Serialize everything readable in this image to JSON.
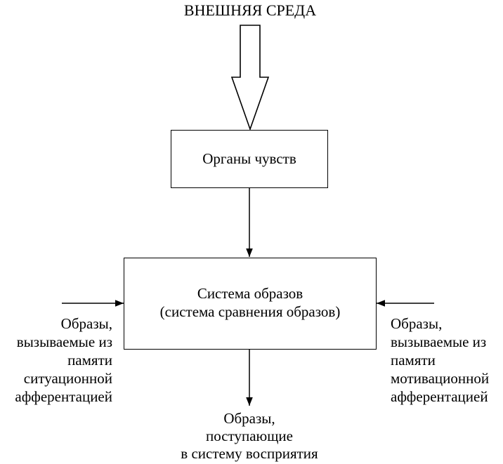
{
  "diagram": {
    "environment_label": "ВНЕШНЯЯ СРЕДА",
    "senses_box": "Органы чувств",
    "system_box": {
      "line1": "Система образов",
      "line2": "(система сравнения образов)"
    },
    "left_input": [
      "Образы,",
      "вызываемые из",
      "памяти",
      "ситуационной",
      "афферентацией"
    ],
    "right_input": [
      "Образы,",
      "вызываемые из",
      "памяти",
      "мотивационной",
      "афферентацией"
    ],
    "output": [
      "Образы,",
      "поступающие",
      "в систему восприятия"
    ]
  }
}
